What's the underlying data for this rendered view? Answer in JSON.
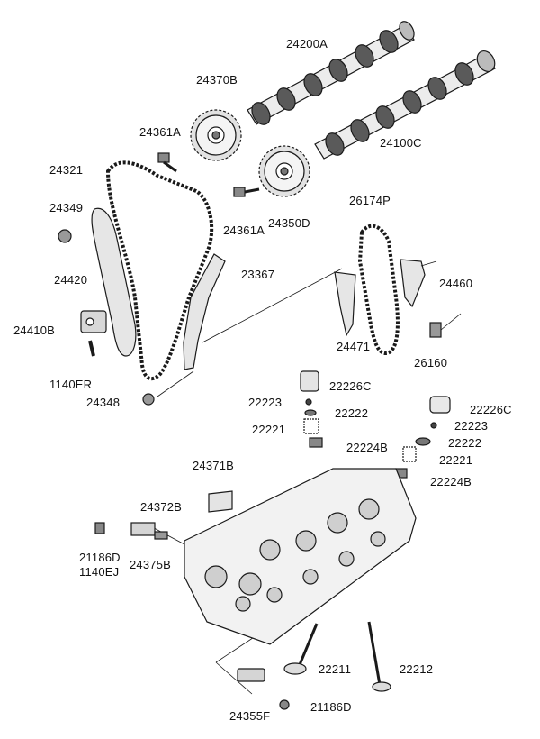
{
  "diagram": {
    "labels": {
      "p24200A": "24200A",
      "p24370B": "24370B",
      "p24361A_top": "24361A",
      "p24321": "24321",
      "p24100C": "24100C",
      "p24349": "24349",
      "p24361A_mid": "24361A",
      "p24350D": "24350D",
      "p26174P": "26174P",
      "p24420": "24420",
      "p23367": "23367",
      "p24460": "24460",
      "p24410B": "24410B",
      "p24471": "24471",
      "p26160": "26160",
      "p1140ER": "1140ER",
      "p24348": "24348",
      "p22226C_a": "22226C",
      "p22223_a": "22223",
      "p22222_a": "22222",
      "p22221_a": "22221",
      "p22224B_a": "22224B",
      "p22226C_b": "22226C",
      "p22223_b": "22223",
      "p22222_b": "22222",
      "p22221_b": "22221",
      "p22224B_b": "22224B",
      "p24371B": "24371B",
      "p24372B": "24372B",
      "p21186D_a": "21186D",
      "p1140EJ": "1140EJ",
      "p24375B": "24375B",
      "p22211": "22211",
      "p22212": "22212",
      "p24355F": "24355F",
      "p21186D_b": "21186D"
    }
  }
}
